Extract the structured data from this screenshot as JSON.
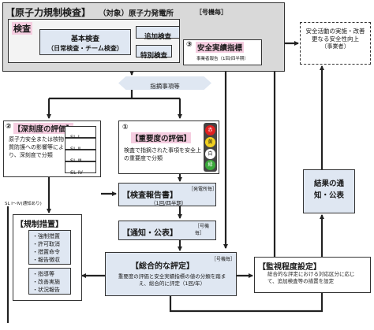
{
  "inspection_frame": {
    "title": "【原子力規制検査】",
    "target": "（対象）原子力発電所",
    "per_unit": "［号機毎］"
  },
  "kensa": {
    "label": "検査",
    "basic": "基本検査",
    "basic_sub": "（日常検査・チーム検査）",
    "additional": "追加検査",
    "special": "特別検査"
  },
  "safety_indicator": {
    "number": "③",
    "title": "安全実績指標",
    "sub": "事業者報告（1回/四半期）"
  },
  "safety_improvement": {
    "text": "安全活動の実施・改善更なる安全性向上",
    "sub": "〔事業者〕"
  },
  "findings": {
    "label": "指摘事項等"
  },
  "depth_eval": {
    "number": "②",
    "title": "【深刻度の評価】",
    "text": "原子力安全または核物質防護への影響等により、深刻度で分類",
    "levels": [
      "SL Ⅰ",
      "SL Ⅱ",
      "SL Ⅲ",
      "SL Ⅳ"
    ]
  },
  "importance_eval": {
    "number": "①",
    "title": "【重要度の評価】",
    "text": "検査で指摘された事項を安全上の重要度で分類",
    "signals": [
      {
        "label": "赤",
        "color": "#e02020"
      },
      {
        "label": "黄",
        "color": "#f0d020"
      },
      {
        "label": "白",
        "color": "#ffffff"
      },
      {
        "label": "緑",
        "color": "#3aa83a"
      }
    ]
  },
  "sl_note": "SL Ⅰ〜Ⅳ(通知あり)",
  "report": {
    "title": "【検査報告書】",
    "tag": "［発電所毎］",
    "freq": "（1回/四半期）"
  },
  "notify": {
    "title": "【通知・公表】",
    "tag": "［号機毎］"
  },
  "regulatory": {
    "title": "【規制措置】",
    "group1": [
      "・強制措置",
      "・許可取消",
      "・措置命令",
      "・報告徴収"
    ],
    "group2": [
      "・指導等",
      "・改善実施",
      "・状況報告"
    ]
  },
  "overall": {
    "title": "【総合的な評定】",
    "tag": "［号機毎］",
    "text": "重要度の評価と安全実績指標の値の分類を踏まえ、総合的に評定（1回/年）"
  },
  "monitoring": {
    "title": "【監視程度設定】",
    "text": "総合的な評定における対応区分に応じて、追加検査等の措置を設定"
  },
  "result": {
    "text": "結果の通知・公表"
  }
}
